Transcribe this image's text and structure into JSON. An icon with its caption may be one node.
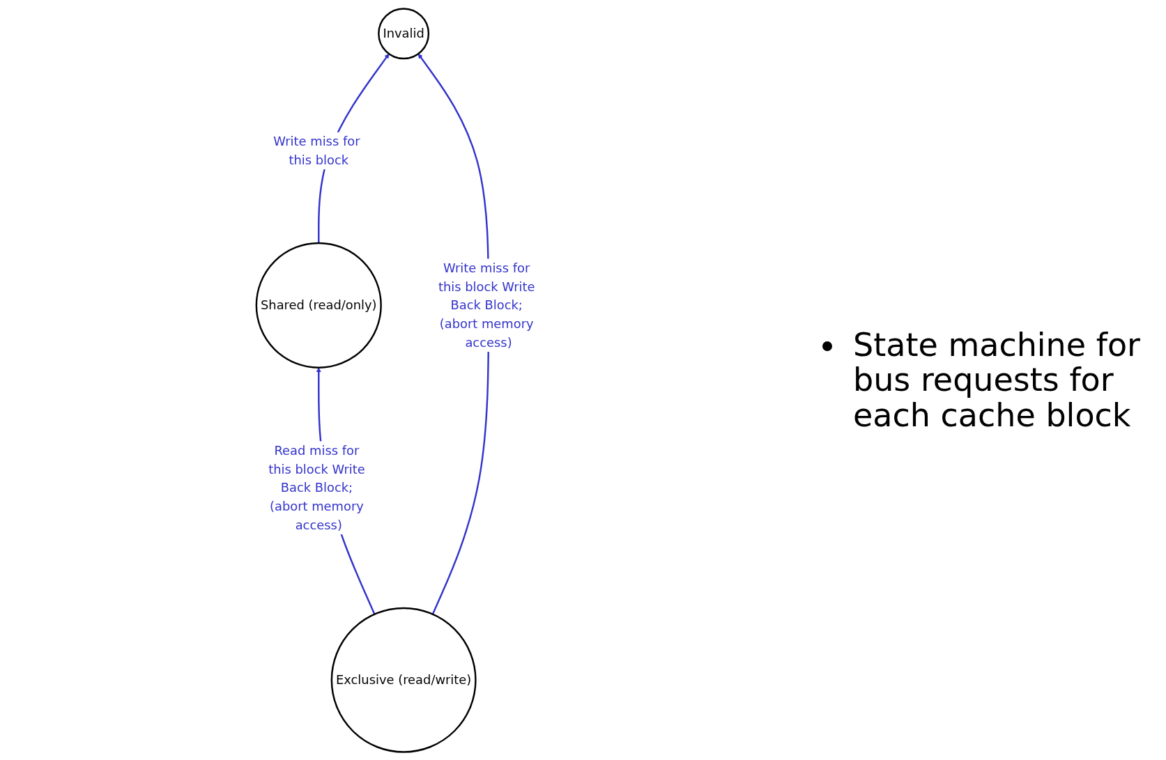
{
  "diagram": {
    "nodes": [
      {
        "text": [
          "Invalid"
        ]
      },
      {
        "text": [
          "Shared (read/only)"
        ]
      },
      {
        "text": [
          "Exclusive (read/write)"
        ]
      }
    ],
    "edges": [
      {
        "from": 1,
        "to": 0,
        "arrow": "to",
        "label": "Write miss for this block"
      },
      {
        "from": 2,
        "to": 0,
        "arrow": "to",
        "label": "Write miss for this block Write Back Block; (abort memory access)"
      },
      {
        "from": 2,
        "to": 1,
        "arrow": "to",
        "label": "Read miss for this block Write Back Block; (abort memory access)"
      }
    ],
    "labels": [
      "State machine for bus requests for each cache block"
    ]
  }
}
